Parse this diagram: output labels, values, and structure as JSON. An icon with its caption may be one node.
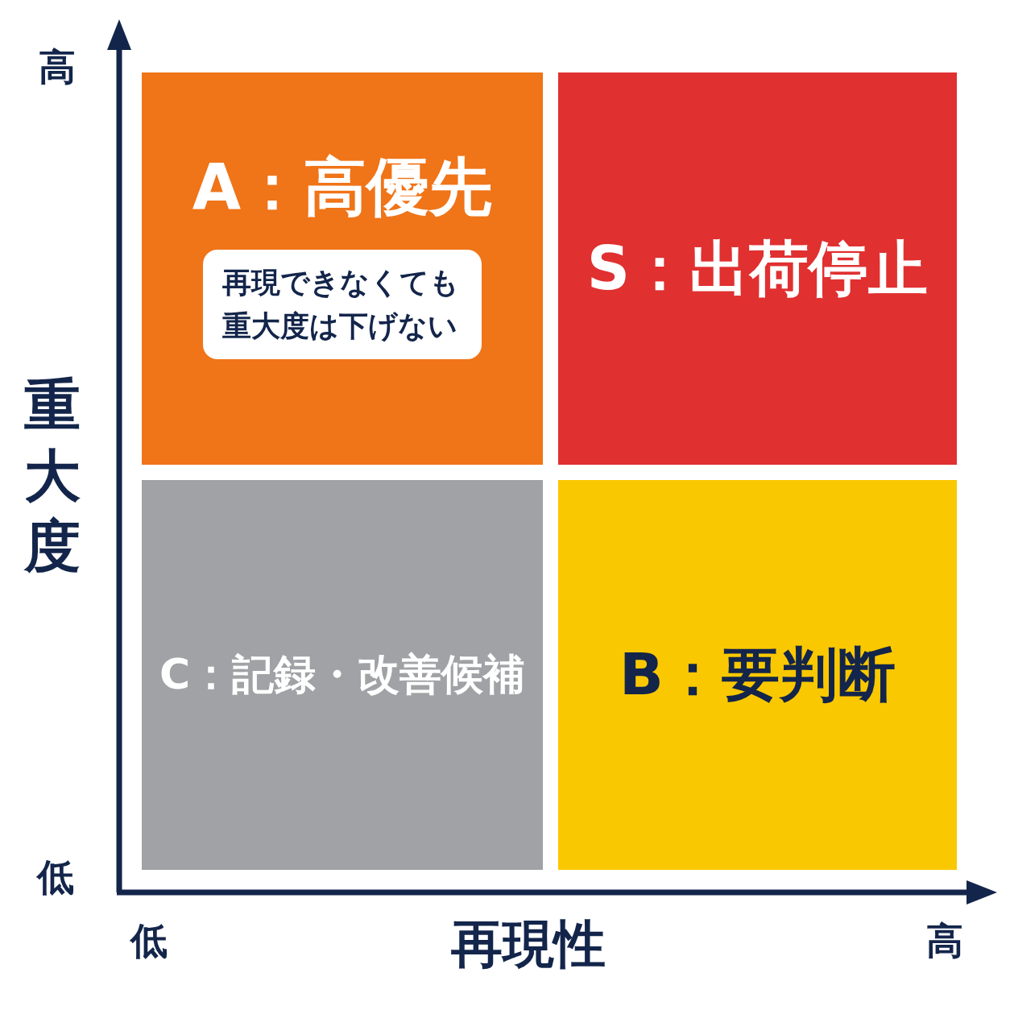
{
  "diagram": {
    "nodes": [
      {
        "text": [
          "A：高優先"
        ]
      },
      {
        "text": [
          "再現できなくても重大度は下げない"
        ],
        "in": 0
      },
      {
        "text": [
          "S：出荷停止"
        ]
      },
      {
        "text": [
          "C：記録・改善候補"
        ]
      },
      {
        "text": [
          "B：要判断"
        ]
      }
    ],
    "edges": [],
    "labels": [
      "高",
      "重大度",
      "低",
      "低",
      "再現性",
      "高"
    ]
  }
}
